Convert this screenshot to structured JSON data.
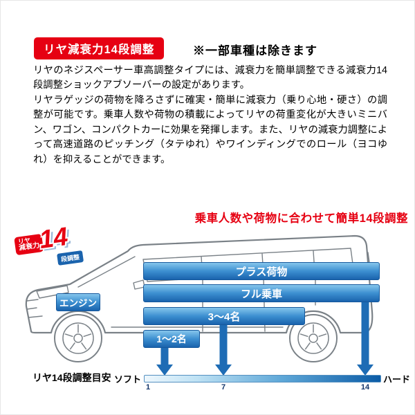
{
  "header": {
    "badge": "リヤ減衰力14段調整",
    "note": "※一部車種は除きます"
  },
  "body": {
    "paragraph1": "リヤのネジスペーサー車高調整タイプには、減衰力を簡単調整できる減衰力14段調整ショックアブソーバーの設定があります。",
    "paragraph2": "リヤラゲッジの荷物を降ろさずに確実・簡単に減衰力（乗り心地・硬さ）の調整が可能です。乗車人数や荷物の積載によってリヤの荷重変化が大きいミニバン、ワゴン、コンパクトカーに効果を発揮します。また、リヤの減衰力調整によって高速道路のピッチング（タテゆれ）やワインディングでのロール（ヨコゆれ）を抑えることができます。"
  },
  "diagram": {
    "headline": "乗車人数や荷物に合わせて簡単14段調整",
    "logo": {
      "line1": "リヤ",
      "line2": "減衰力",
      "number": "14",
      "line3": "段調整"
    },
    "engine_label": "エンジン",
    "bars": [
      {
        "label": "プラス荷物",
        "setting": 14
      },
      {
        "label": "フル乗車",
        "setting": 14
      },
      {
        "label": "3～4名",
        "setting": 7
      },
      {
        "label": "1～2名",
        "setting": 1
      }
    ],
    "scale": {
      "title": "リヤ14段調整目安",
      "left_label": "ソフト",
      "right_label": "ハード",
      "min": 1,
      "mid": 7,
      "max": 14,
      "ticks": [
        "1",
        "7",
        "14"
      ]
    }
  },
  "colors": {
    "red": "#e60012",
    "blue_dark": "#1a63ad",
    "blue_light": "#86c6ec"
  }
}
